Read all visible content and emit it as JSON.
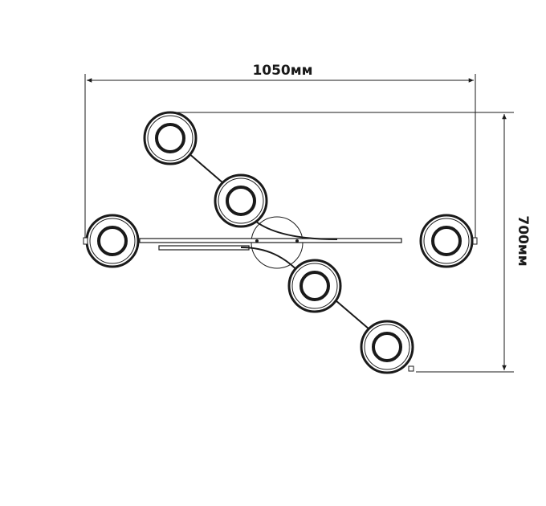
{
  "dimensions": {
    "width_label": "1050мм",
    "height_label": "700мм"
  },
  "colors": {
    "line": "#1a1a1a",
    "fixture_fill": "#ffffff"
  },
  "fixture": {
    "lamp_count": 6
  }
}
